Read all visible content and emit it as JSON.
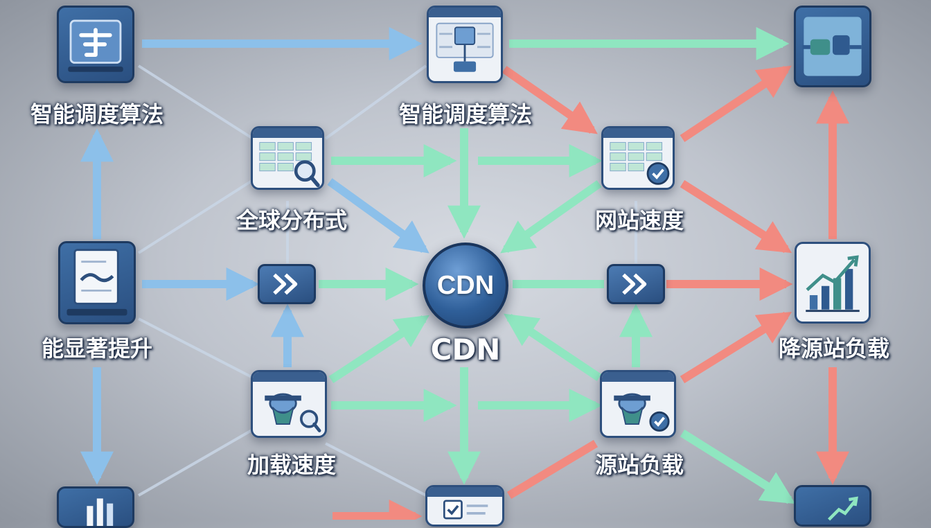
{
  "labels": {
    "top_left": "智能调度算法",
    "top_center": "智能调度算法",
    "global": "全球分布式",
    "site_speed": "网站速度",
    "improve": "能显著提升",
    "cdn_below": "CDN",
    "reduce_load": "降源站负载",
    "load_speed": "加载速度",
    "origin_load": "源站负载"
  },
  "hub": {
    "text": "CDN"
  },
  "colors": {
    "blue_arrow": "#8cc0ea",
    "green_arrow": "#8fe6c0",
    "red_arrow": "#f28a80",
    "line": "#c9d6e6",
    "node_dark": "#2f5a8f",
    "node_border": "#1e3a60"
  },
  "icons": {
    "top_left": "scheduler-chip-icon",
    "top_center": "dispatch-flow-icon",
    "top_right": "connector-icon",
    "global": "grid-search-icon",
    "site_speed": "grid-check-icon",
    "improve": "document-icon",
    "reduce_load": "growth-chart-icon",
    "load_speed": "server-search-icon",
    "origin_load": "server-check-icon",
    "bottom_left": "bar-chart-icon",
    "bottom_center": "checklist-icon",
    "bottom_right": "trend-icon",
    "relay_left": "forward-icon",
    "relay_right": "forward-icon"
  }
}
